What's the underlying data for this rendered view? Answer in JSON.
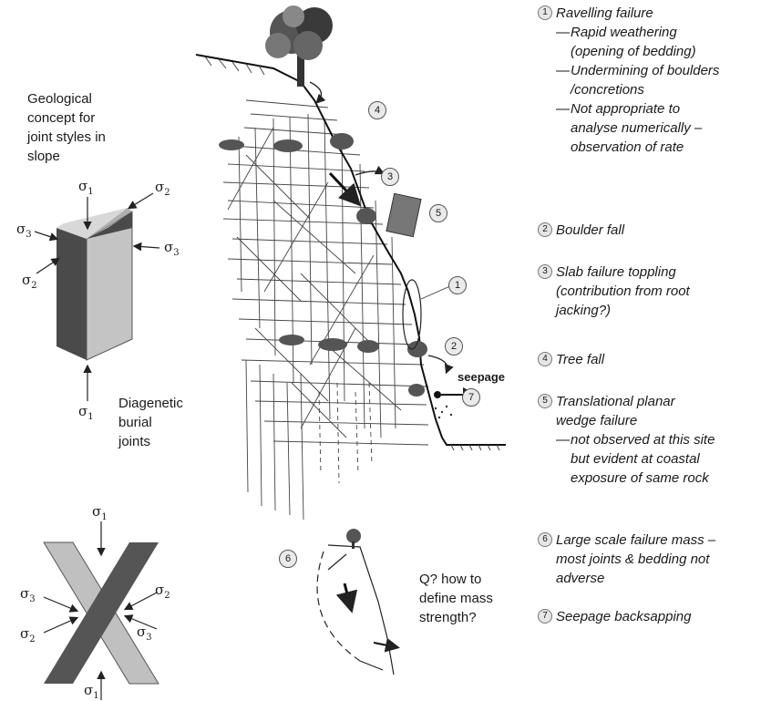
{
  "left": {
    "concept_title": "Geological concept for joint styles in slope",
    "concept_lines": [
      "Geological",
      "concept for",
      "joint styles in",
      "slope"
    ],
    "burial_lines": [
      "Diagenetic",
      "burial",
      "joints"
    ],
    "sigma1": "σ1",
    "sigma2": "σ2",
    "sigma3": "σ3"
  },
  "slope": {
    "labels": [
      "1",
      "2",
      "3",
      "4",
      "5",
      "7"
    ],
    "seepage": "seepage",
    "mass_label": "6",
    "question_lines": [
      "Q? how to",
      "define mass",
      "strength?"
    ]
  },
  "legend": [
    {
      "num": "1",
      "title": "Ravelling failure",
      "items": [
        [
          "Rapid weathering",
          "(opening of bedding)"
        ],
        [
          "Undermining of boulders",
          "/concretions"
        ],
        [
          "Not appropriate to",
          "analyse numerically –",
          "observation of rate"
        ]
      ]
    },
    {
      "num": "2",
      "title": "Boulder fall",
      "items": []
    },
    {
      "num": "3",
      "title_lines": [
        "Slab failure toppling",
        "(contribution from root",
        "jacking?)"
      ],
      "items": []
    },
    {
      "num": "4",
      "title": "Tree fall",
      "items": []
    },
    {
      "num": "5",
      "title_lines": [
        "Translational planar",
        "wedge failure"
      ],
      "items": [
        [
          "not observed at this site",
          "but evident at coastal",
          "exposure of same rock"
        ]
      ]
    },
    {
      "num": "6",
      "title_lines": [
        "Large scale failure mass –",
        "most joints & bedding not",
        "adverse"
      ],
      "items": []
    },
    {
      "num": "7",
      "title": "Seepage backsapping",
      "items": []
    }
  ]
}
